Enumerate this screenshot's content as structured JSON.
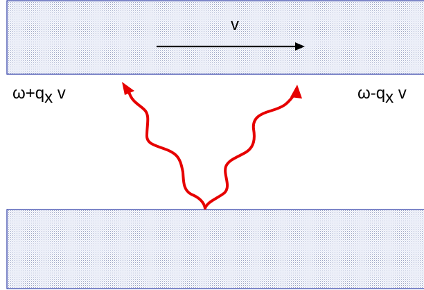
{
  "labels": {
    "velocity": "v",
    "left_freq": {
      "base": "ω+q",
      "sub": "x",
      "tail": " v"
    },
    "right_freq": {
      "base": "ω-q",
      "sub": "x",
      "tail": " v"
    }
  },
  "colors": {
    "plate_fill": "#f7f9ff",
    "plate_dots": "#9aa3c4",
    "plate_border": "#2b3aa5",
    "photon": "#e60000",
    "arrow": "#000000"
  },
  "icons": {
    "velocity_arrow": "right-arrow-icon",
    "photon_left": "wavy-arrow-icon",
    "photon_right": "wavy-arrow-icon"
  }
}
